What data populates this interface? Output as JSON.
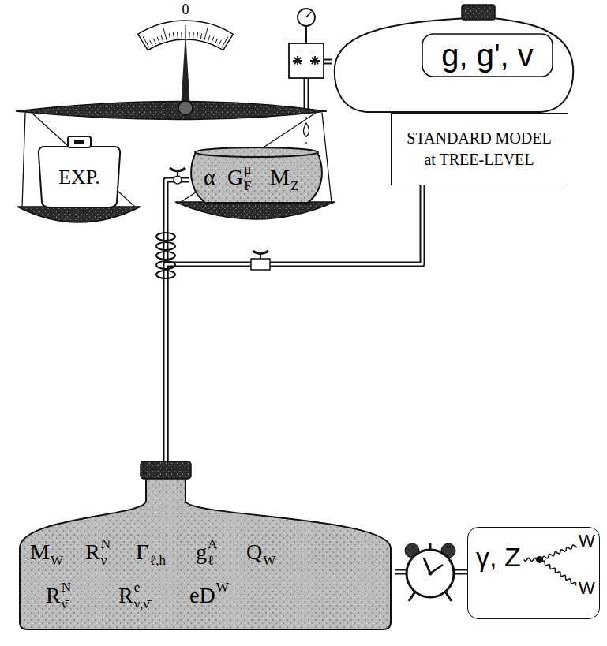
{
  "diagram": {
    "nodes": [
      {
        "text": [
          "EXP."
        ]
      },
      {
        "text": [
          "α",
          "G",
          "F",
          "μ",
          "M",
          "Z"
        ]
      },
      {
        "text": [
          "g, g', v"
        ]
      },
      {
        "text": [
          "STANDARD MODEL at TREE-LEVEL"
        ]
      },
      {
        "text": [
          "M",
          "W",
          "R",
          "ν",
          "N",
          "Γ",
          "ℓ,h",
          "g",
          "ℓ",
          "A",
          "Q",
          "W",
          "R",
          "ν̄",
          "N",
          "R",
          "e",
          "ν,ν̄",
          "eD",
          "W"
        ]
      },
      {
        "text": [
          "γ, Z",
          "W",
          "W"
        ]
      }
    ],
    "edges": [
      {
        "from": 2,
        "to": 1,
        "arrow": "none"
      },
      {
        "from": 1,
        "to": 4,
        "arrow": "none"
      },
      {
        "from": 3,
        "to": 4,
        "arrow": "none"
      },
      {
        "from": 4,
        "to": 5,
        "arrow": "none"
      }
    ],
    "labels": [
      "0"
    ]
  }
}
